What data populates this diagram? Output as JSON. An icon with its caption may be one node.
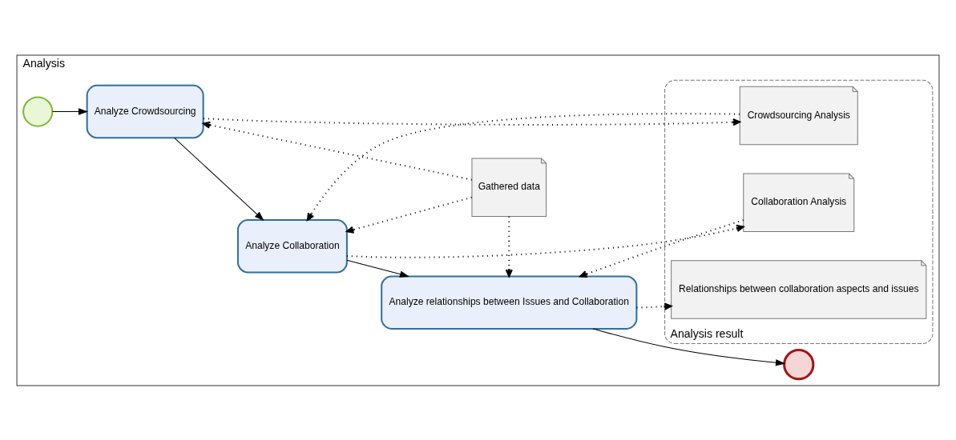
{
  "diagram": {
    "nodes": [
      {
        "text": [
          "Analysis"
        ]
      },
      {
        "text": [],
        "shape": "circle",
        "in": 0
      },
      {
        "text": [
          "Analyze Crowdsourcing"
        ],
        "in": 0
      },
      {
        "text": [
          "Analyze Collaboration"
        ],
        "in": 0
      },
      {
        "text": [
          "Analyze relationships between Issues and Collaboration"
        ],
        "in": 0
      },
      {
        "text": [],
        "shape": "circle",
        "in": 0
      },
      {
        "text": [
          "Gathered data"
        ],
        "in": 0
      },
      {
        "text": [
          "Analysis result"
        ],
        "in": 0
      },
      {
        "text": [
          "Crowdsourcing Analysis"
        ],
        "in": 7
      },
      {
        "text": [
          "Collaboration Analysis"
        ],
        "in": 7
      },
      {
        "text": [
          "Relationships between collaboration aspects and issues"
        ],
        "in": 7
      }
    ],
    "edges": [
      {
        "from": 1,
        "to": 2,
        "arrow": "to"
      },
      {
        "from": 2,
        "to": 3,
        "arrow": "to"
      },
      {
        "from": 3,
        "to": 4,
        "arrow": "to"
      },
      {
        "from": 4,
        "to": 5,
        "arrow": "to"
      },
      {
        "from": 2,
        "to": 8,
        "arrow": "to",
        "style": "dashed"
      },
      {
        "from": 8,
        "to": 3,
        "arrow": "to",
        "style": "dashed"
      },
      {
        "from": 3,
        "to": 9,
        "arrow": "to",
        "style": "dashed"
      },
      {
        "from": 9,
        "to": 4,
        "arrow": "to",
        "style": "dashed"
      },
      {
        "from": 4,
        "to": 10,
        "arrow": "to",
        "style": "dashed"
      },
      {
        "from": 6,
        "to": 2,
        "arrow": "to",
        "style": "dashed"
      },
      {
        "from": 6,
        "to": 3,
        "arrow": "to",
        "style": "dashed"
      },
      {
        "from": 6,
        "to": 4,
        "arrow": "to",
        "style": "dashed"
      }
    ]
  }
}
